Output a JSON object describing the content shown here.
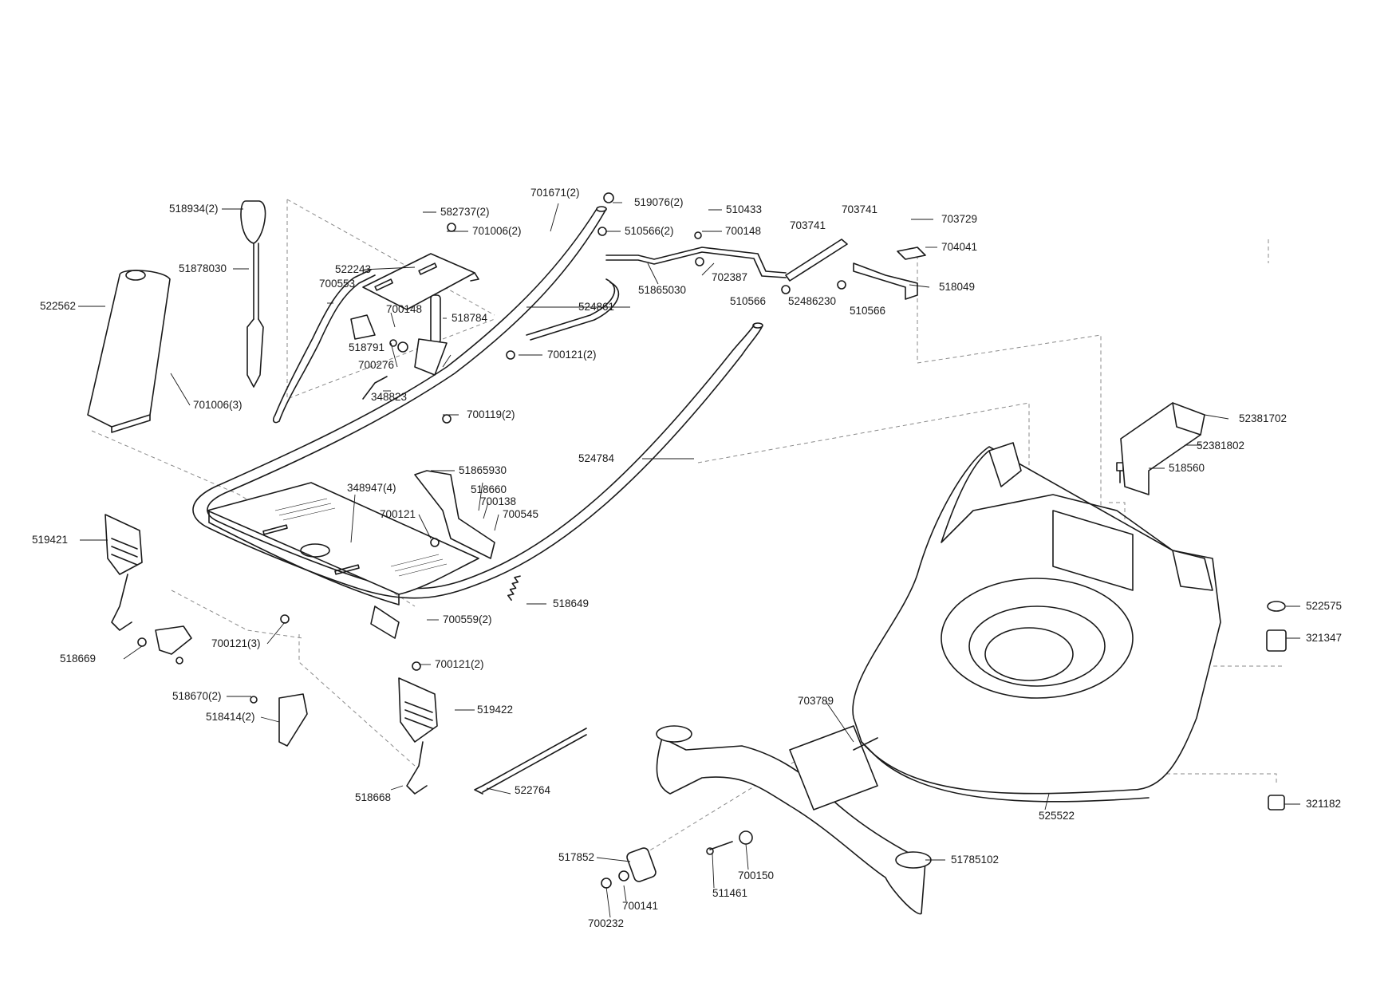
{
  "labels": [
    "518934(2)",
    "51878030",
    "522562",
    "701006(3)",
    "582737(2)",
    "701006(2)",
    "522243",
    "700553",
    "700148",
    "518784",
    "518791",
    "700276",
    "348823",
    "700119(2)",
    "701671(2)",
    "519076(2)",
    "510566(2)",
    "51865030",
    "524861",
    "700121(2)",
    "524784",
    "510433",
    "700148",
    "703741",
    "703741",
    "703729",
    "704041",
    "702387",
    "510566",
    "52486230",
    "510566",
    "518049",
    "52381702",
    "52381802",
    "518560",
    "51865930",
    "348947(4)",
    "518660",
    "700138",
    "700545",
    "700121",
    "518649",
    "519421",
    "518669",
    "700121(3)",
    "700559(2)",
    "700121(2)",
    "518670(2)",
    "518414(2)",
    "519422",
    "518668",
    "522764",
    "703789",
    "522575",
    "321347",
    "525522",
    "321182",
    "517852",
    "700141",
    "700232",
    "511461",
    "700150",
    "51785102"
  ]
}
